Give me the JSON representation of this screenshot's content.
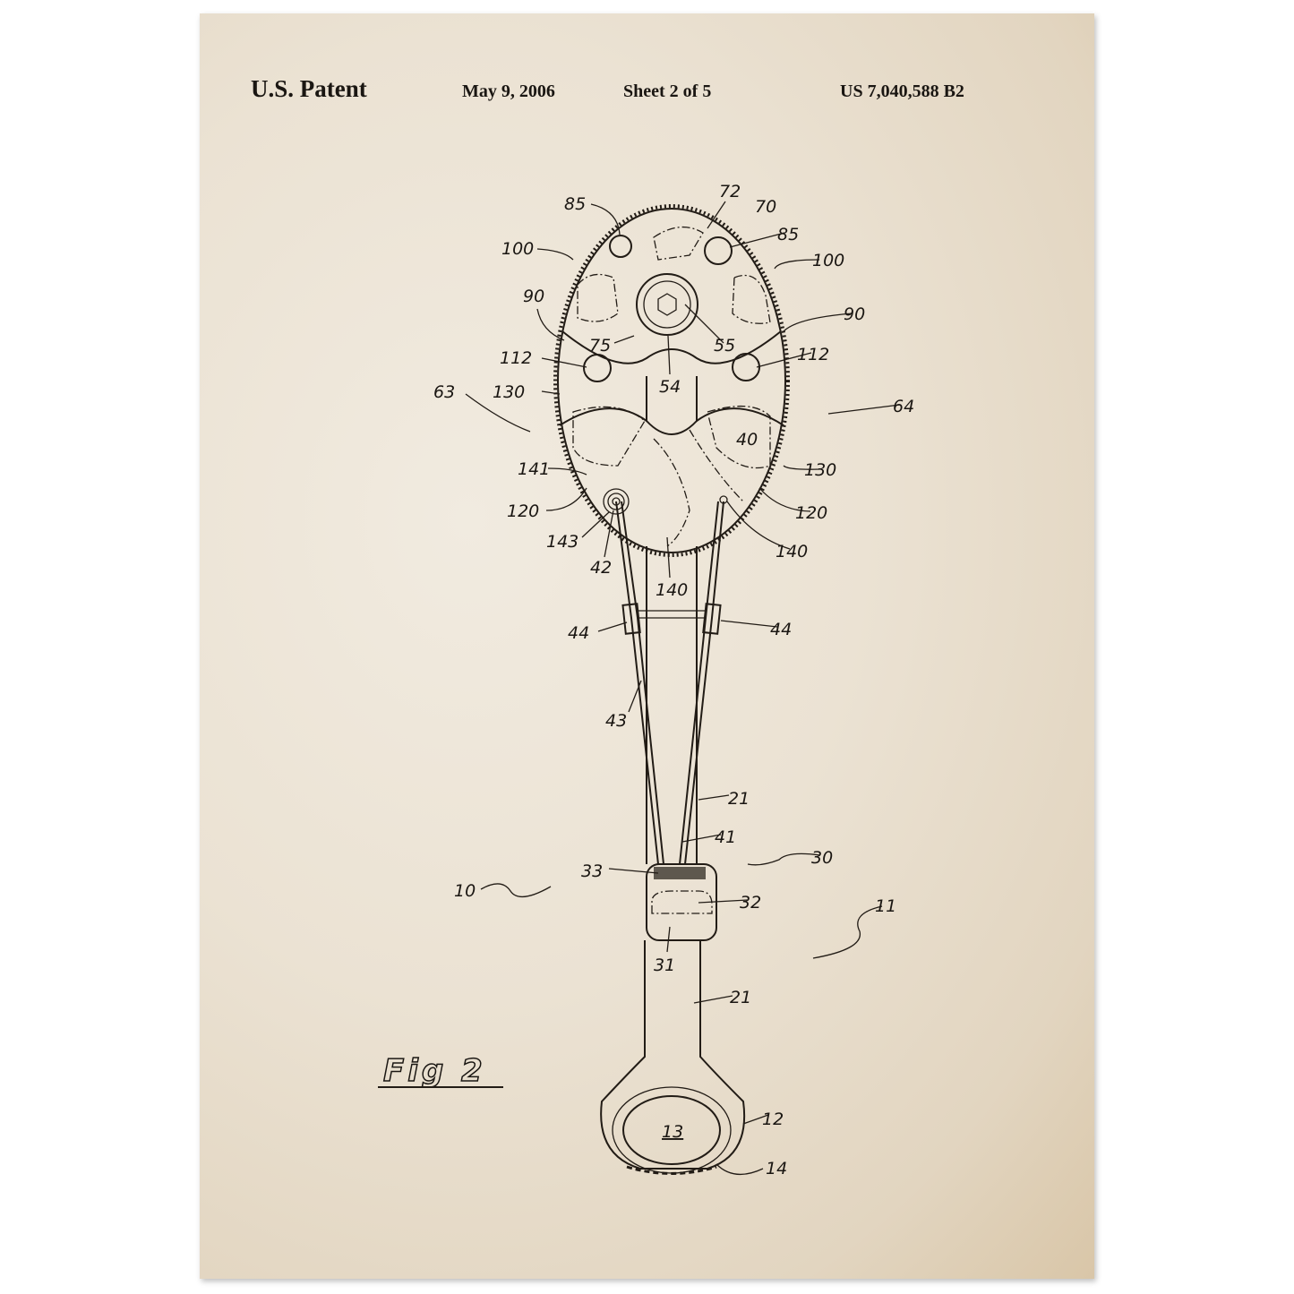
{
  "header": {
    "title": "U.S. Patent",
    "date": "May 9, 2006",
    "sheet": "Sheet 2 of 5",
    "patent_number": "US 7,040,588 B2"
  },
  "figure_label": "Fig 2",
  "labels": [
    "85",
    "72",
    "70",
    "85",
    "100",
    "100",
    "90",
    "90",
    "75",
    "55",
    "112",
    "112",
    "54",
    "63",
    "130",
    "64",
    "40",
    "141",
    "130",
    "120",
    "120",
    "143",
    "140",
    "42",
    "140",
    "44",
    "44",
    "43",
    "21",
    "41",
    "30",
    "33",
    "10",
    "32",
    "11",
    "31",
    "21",
    "13",
    "12",
    "14"
  ],
  "colors": {
    "paper": "#ebe2d3",
    "ink": "#221c16"
  }
}
